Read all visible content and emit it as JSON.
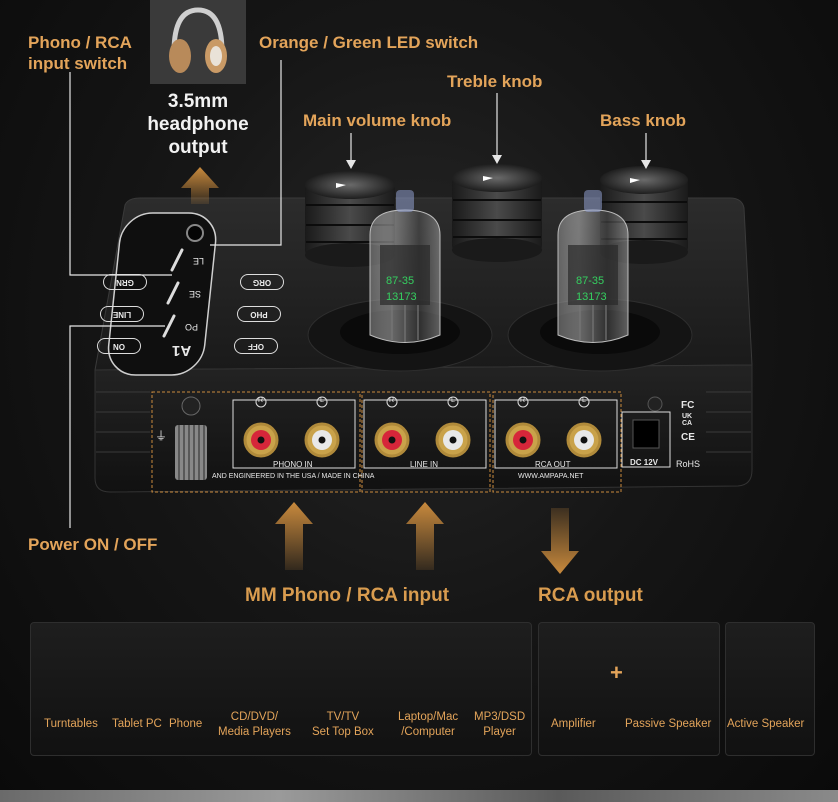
{
  "callouts": {
    "phono_rca_switch": "Phono / RCA\ninput switch",
    "led_switch": "Orange / Green LED switch",
    "headphone": "3.5mm\nheadphone\noutput",
    "main_volume": "Main volume knob",
    "treble": "Treble knob",
    "bass": "Bass knob",
    "power": "Power ON / OFF",
    "mm_phono_input": "MM Phono / RCA input",
    "rca_output": "RCA output"
  },
  "panel": {
    "pills_left": [
      "GRN",
      "LINE",
      "ON"
    ],
    "pills_right": [
      "ORG",
      "PHO",
      "OFF"
    ],
    "switch_labels": [
      "LE",
      "SE",
      "PO"
    ],
    "logo": "A1",
    "tube_text_line1": "87-35",
    "tube_text_line2": "13173",
    "phono_in": "PHONO IN",
    "line_in": "LINE IN",
    "rca_out": "RCA OUT",
    "channel_r": "R",
    "channel_l": "L",
    "engineered": "AND ENGINEERED IN THE USA / MADE IN CHINA",
    "website": "WWW.AMPAPA.NET",
    "dc": "DC 12V",
    "cert_fc": "FC",
    "cert_ukca_1": "UK",
    "cert_ukca_2": "CA",
    "cert_ce": "CE",
    "cert_rohs": "RoHS"
  },
  "sources": [
    {
      "label": "Turntables",
      "icon": "turntable-icon"
    },
    {
      "label": "Tablet PC",
      "icon": "tablet-icon"
    },
    {
      "label": "Phone",
      "icon": "phone-icon"
    },
    {
      "label": "CD/DVD/\nMedia Players",
      "icon": "cd-player-icon"
    },
    {
      "label": "TV/TV\nSet Top Box",
      "icon": "tv-icon"
    },
    {
      "label": "Laptop/Mac\n/Computer",
      "icon": "computer-icon"
    },
    {
      "label": "MP3/DSD\nPlayer",
      "icon": "mp3-player-icon"
    }
  ],
  "outputs": {
    "amplifier": "Amplifier",
    "passive_speaker": "Passive Speaker",
    "active_speaker": "Active Speaker",
    "plus": "+"
  },
  "colors": {
    "accent": "#e3a45a",
    "arrow": "#c98a3d",
    "red_rca": "#d6263a",
    "white_rca": "#e8e8e8",
    "tube_green": "#35d060"
  }
}
